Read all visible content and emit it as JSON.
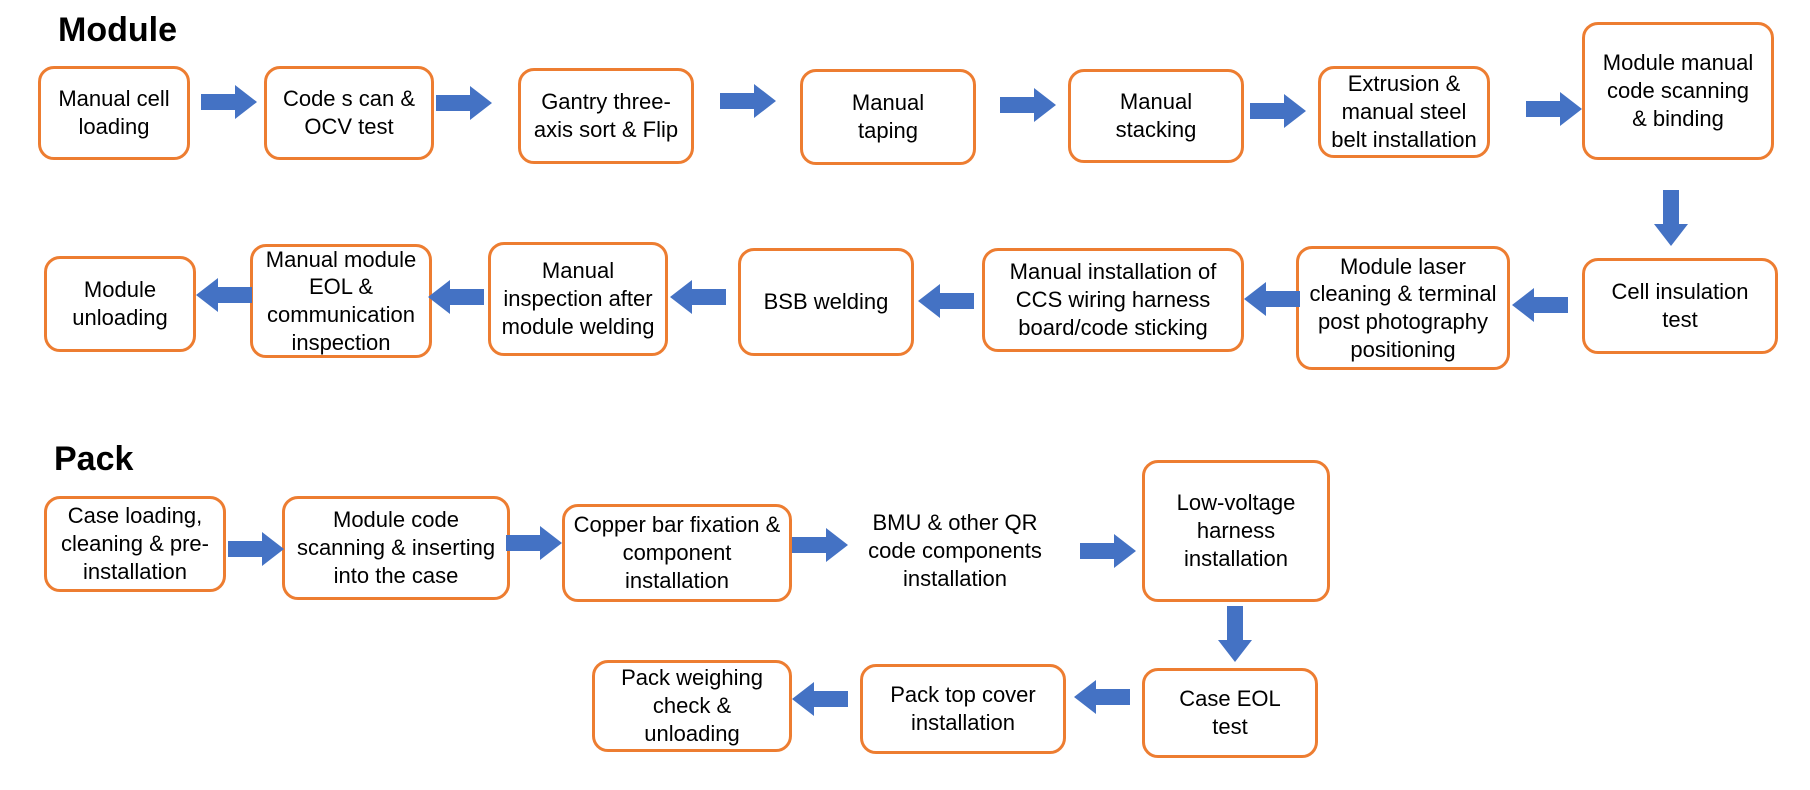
{
  "module": {
    "title": "Module",
    "steps": [
      "Manual cell loading",
      "Code  s can & OCV test",
      "Gantry three-axis sort & Flip",
      "Manual taping",
      "Manual stacking",
      "Extrusion & manual steel belt installation",
      "Module manual code scanning & binding",
      "Cell insulation test",
      "Module laser cleaning & terminal post photography positioning",
      "Manual installation of CCS wiring harness board/code sticking",
      "BSB welding",
      "Manual inspection after module welding",
      "Manual module EOL & communication inspection",
      "Module unloading"
    ]
  },
  "pack": {
    "title": "Pack",
    "steps": [
      "Case loading, cleaning & pre-installation",
      "Module code scanning & inserting into the case",
      "Copper bar fixation & component installation",
      "BMU & other QR code components installation",
      "Low-voltage harness installation",
      "Case EOL test",
      "Pack top cover installation",
      "Pack weighing check & unloading"
    ]
  },
  "colors": {
    "box_border": "#ED7D31",
    "arrow_fill": "#4472C4"
  }
}
